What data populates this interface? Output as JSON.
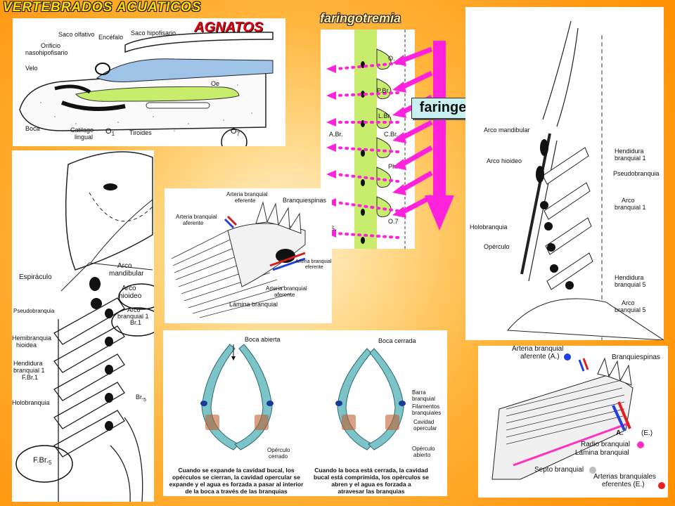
{
  "title": "VERTEBRADOS ACUATICOS",
  "faringotremia": "faringotremia",
  "agnatos": "AGNATOS",
  "faringe": "faringe",
  "colors": {
    "background": "#ff9a14",
    "arrow_magenta": "#ff22dd",
    "tissue_green": "#c8ec6c",
    "brain_blue": "#9ec3e6",
    "title_yellow": "#ffe000",
    "agnatos_red": "#e8000c",
    "pharynx_teal": "#7cc4c8"
  },
  "agnatos_panel": {
    "labels": {
      "saco_olfativo": "Saco olfativo",
      "encefalo": "Encéfalo",
      "saco_hipofisario": "Saco hipofisario",
      "orificio": "Orificio",
      "nasohipofisario": "nasohipofisario",
      "velo": "Velo",
      "oe": "Oe",
      "boca": "Boca",
      "catilago": "Catilago",
      "lingual": "lingual",
      "o1": "O",
      "o1_sub": "1",
      "tiroides": "Tiroides",
      "o7": "O",
      "o7_sub": "7"
    }
  },
  "faringo_panel": {
    "labels": {
      "o": "O.",
      "pbr": "P.Br.",
      "lbr": "L.Br.",
      "abr": "A.Br.",
      "cbr": "C.Br.",
      "ph": "Ph.",
      "o7": "O.7",
      "s": "S."
    }
  },
  "skull_panel": {
    "labels": {
      "arco_mandibular_1": "Arco",
      "arco_mandibular_2": "mandibular",
      "espiraculo": "Espiráculo",
      "arco_hioideo_1": "Arco",
      "arco_hioideo_2": "hioideo",
      "pseudobranquia": "Pseudobranquia",
      "arco_branquial_1": "Arco",
      "arco_branquial_2": "branquial 1",
      "br1": "Br.1",
      "hemibranquia_1": "Hemibranquia",
      "hemibranquia_2": "hioidea",
      "hendidura_1": "Hendidura",
      "hendidura_2": "branquial 1",
      "fbr1": "F.Br.1",
      "holobranquia": "Holobranquia",
      "br5": "Br.",
      "br5_sub": "5",
      "fbr5": "F.Br.",
      "fbr5_sub": "5"
    }
  },
  "gill_panel": {
    "labels": {
      "arteria_eferente_top_1": "Arteria branquial",
      "arteria_eferente_top_2": "eferente",
      "branquiespinas": "Branquiespinas",
      "arteria_aferente_left_1": "Arteria branquial",
      "arteria_aferente_left_2": "aferente",
      "arteria_eferente_right_1": "Arteria branquial",
      "arteria_eferente_right_2": "eferente",
      "arteria_aferente_bottom_1": "Arteria branquial",
      "arteria_aferente_bottom_2": "aferente",
      "lamina": "Lámina branquial"
    }
  },
  "shark_panel": {
    "labels": {
      "arco_mandibular": "Arco mandibular",
      "arco_hioideo": "Arco hioideo",
      "hendidura_1_a": "Hendidura",
      "hendidura_1_b": "branquial 1",
      "pseudobranquia": "Pseudobranquia",
      "arco_1_a": "Arco",
      "arco_1_b": "branquial 1",
      "holobranquia": "Holobranquia",
      "operculo": "Opérculo",
      "hendidura_5_a": "Hendidura",
      "hendidura_5_b": "branquial 5",
      "arco_5_a": "Arco",
      "arco_5_b": "branquial 5"
    }
  },
  "mouth_panel": {
    "labels": {
      "boca_abierta": "Boca abierta",
      "boca_cerrada": "Boca cerrada",
      "barra_1": "Barra",
      "barra_2": "branquial",
      "filamentos_1": "Filamentos",
      "filamentos_2": "branquiales",
      "cavidad_1": "Cavidad",
      "cavidad_2": "opercular",
      "operculo_cerrado_1": "Opérculo",
      "operculo_cerrado_2": "cerrado",
      "operculo_abierto_1": "Opérculo",
      "operculo_abierto_2": "abierto"
    },
    "caption_left_1": "Cuando se expande la cavidad bucal, los",
    "caption_left_2": "opérculos se cierran, la cavidad opercular se",
    "caption_left_3": "expande y el agua es forzada a pasar al interior",
    "caption_left_4": "de la boca a través de las branquias",
    "caption_right_1": "Cuando la boca está cerrada, la cavidad",
    "caption_right_2": "bucal está comprimida, los opérculos se",
    "caption_right_3": "abren y el agua es forzada a",
    "caption_right_4": "atravesar las branquias"
  },
  "arch_panel": {
    "labels": {
      "aferente_1": "Arteria branquial",
      "aferente_2": "aferente (A.)",
      "branquiespinas": "Branquiespinas",
      "a": "A.",
      "e": "(E.)",
      "radio": "Radio branquial",
      "lamina": "Lámina branquial",
      "septo": "Septo branquial",
      "eferentes_1": "Arterias branquiales",
      "eferentes_2": "eferentes (E.)"
    },
    "dot_colors": {
      "aferente": "#2040e0",
      "radio": "#ff30c0",
      "septo": "#bdbdbd",
      "eferentes": "#e82020"
    }
  }
}
